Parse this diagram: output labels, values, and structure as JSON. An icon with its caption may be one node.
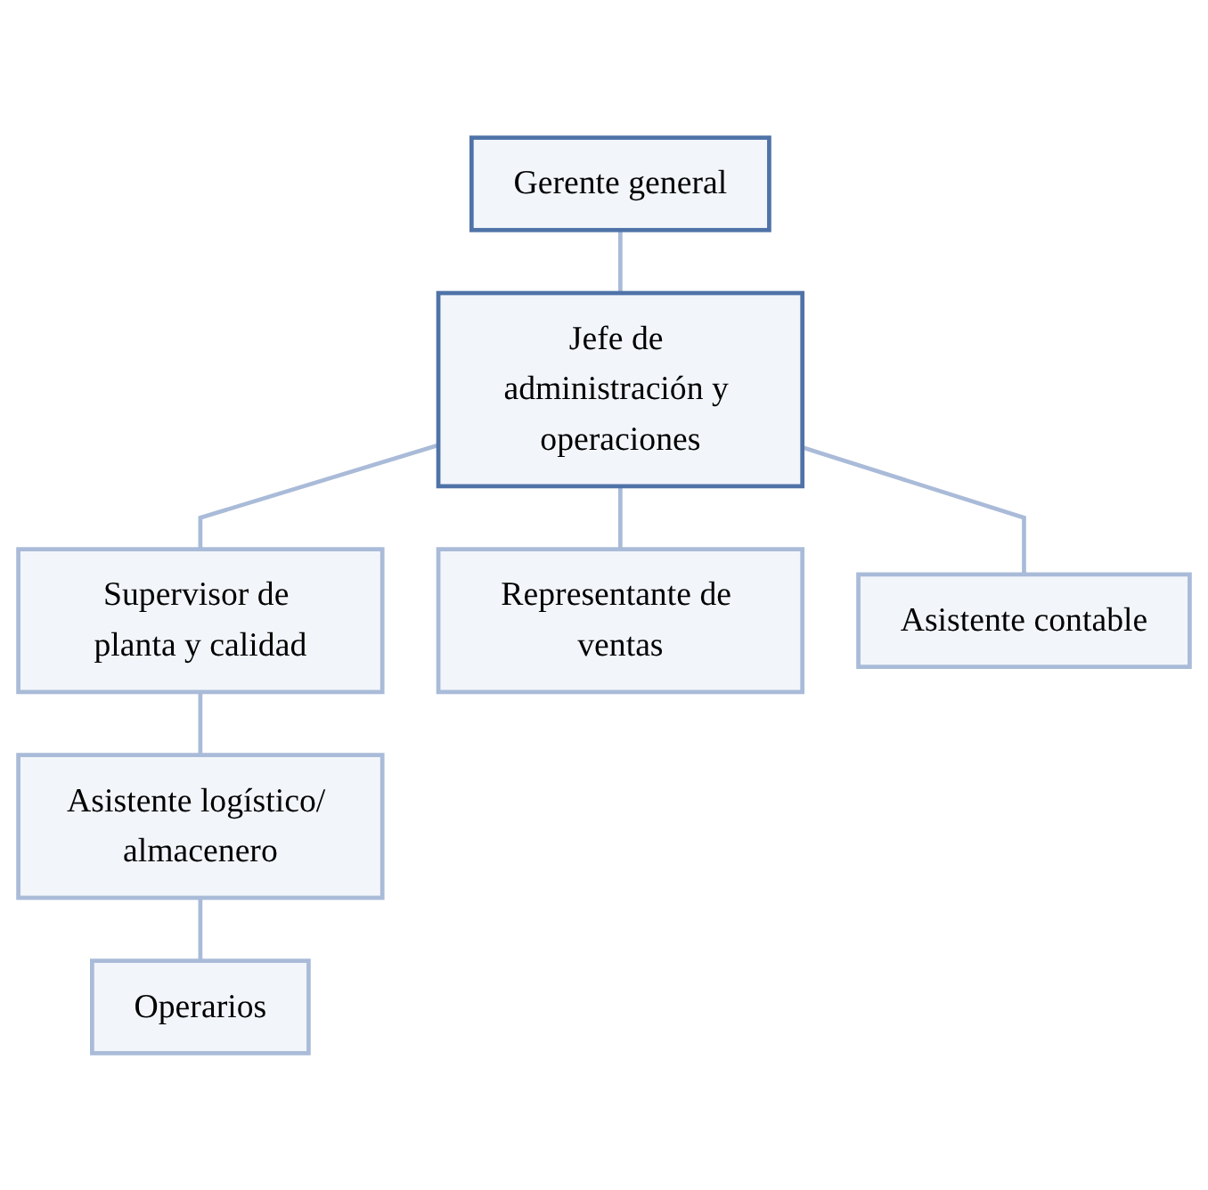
{
  "diagram": {
    "nodes": [
      {
        "text": [
          "Gerente general"
        ]
      },
      {
        "text": [
          "Jefe de administración y operaciones"
        ]
      },
      {
        "text": [
          "Supervisor de planta y calidad"
        ]
      },
      {
        "text": [
          "Representante de ventas"
        ]
      },
      {
        "text": [
          "Asistente logístico/ almacenero"
        ]
      },
      {
        "text": [
          "Asistente contable"
        ]
      },
      {
        "text": [
          "Operarios"
        ]
      }
    ],
    "edges": [
      {
        "from": 0,
        "to": 1,
        "arrow": "none"
      },
      {
        "from": 1,
        "to": 2,
        "arrow": "none"
      },
      {
        "from": 1,
        "to": 5,
        "arrow": "none"
      },
      {
        "from": 1,
        "to": 3,
        "arrow": "none"
      },
      {
        "from": 2,
        "to": 4,
        "arrow": "none"
      },
      {
        "from": 4,
        "to": 6,
        "arrow": "none"
      }
    ]
  }
}
